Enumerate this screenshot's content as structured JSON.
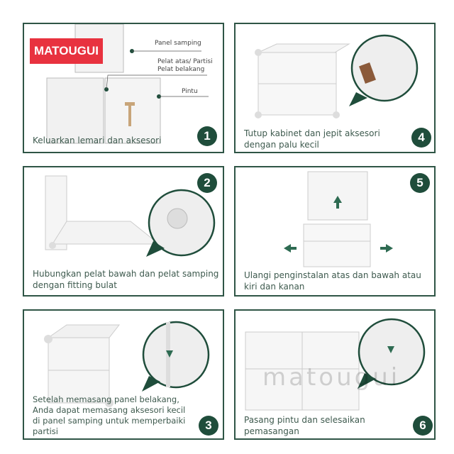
{
  "brand": "MATOUGUI",
  "watermark": "matougui",
  "colors": {
    "border": "#2f5546",
    "badge": "#1f4d3b",
    "brand": "#e8323f",
    "caption": "#3e5a4e"
  },
  "steps": [
    {
      "number": "1",
      "caption": "Keluarkan lemari dan aksesori",
      "labels": [
        "Panel samping",
        "Pelat atas/ Partisi\nPelat belakang",
        "Pintu"
      ]
    },
    {
      "number": "2",
      "caption": "Hubungkan pelat bawah dan pelat samping dengan fitting bulat"
    },
    {
      "number": "3",
      "caption": "Setelah memasang panel belakang, Anda dapat memasang aksesori kecil di panel samping untuk memperbaiki partisi"
    },
    {
      "number": "4",
      "caption": "Tutup kabinet dan jepit aksesori dengan palu kecil"
    },
    {
      "number": "5",
      "caption": "Ulangi penginstalan atas dan bawah atau kiri dan kanan"
    },
    {
      "number": "6",
      "caption": "Pasang pintu dan selesaikan pemasangan"
    }
  ]
}
